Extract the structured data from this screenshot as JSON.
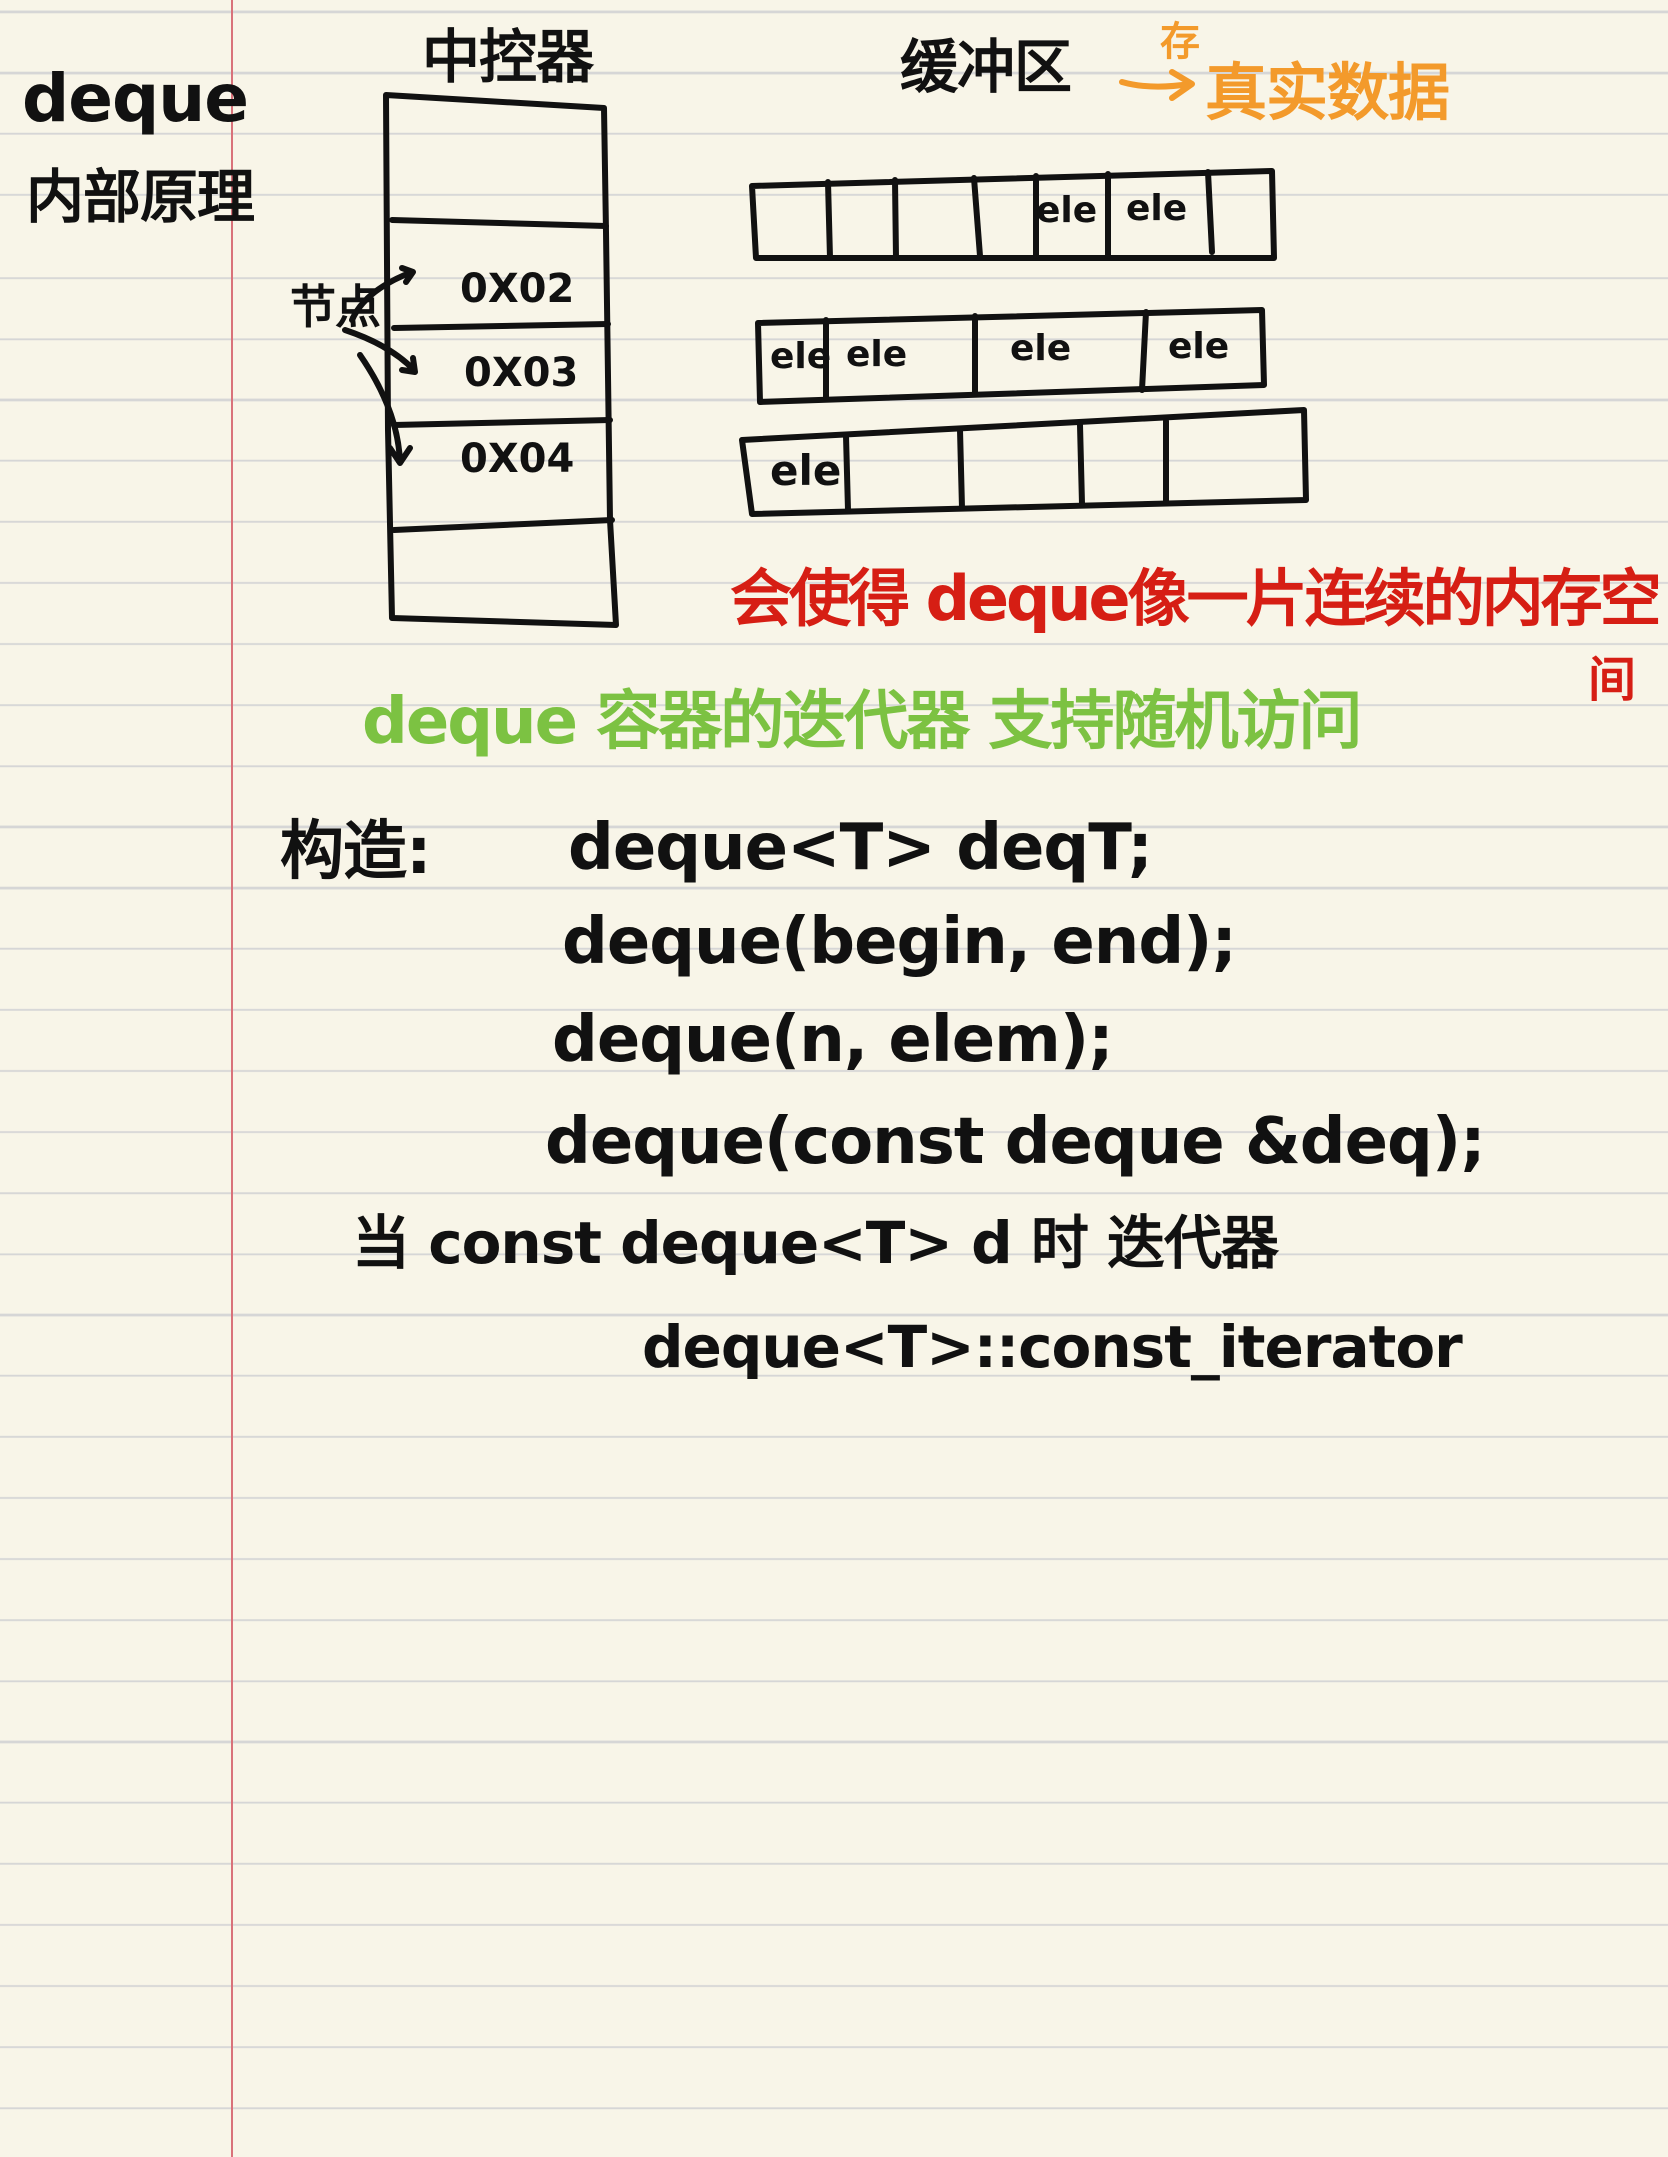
{
  "colors": {
    "ink": "#111111",
    "red": "#d61e14",
    "green": "#7cc242",
    "orange": "#f39a2b",
    "margin": "#d9727a"
  },
  "title": {
    "line1": "deque",
    "line2": "内部原理"
  },
  "central_controller": {
    "label": "中控器",
    "addresses": [
      "0X02",
      "0X03",
      "0X04"
    ]
  },
  "node_label": "节点",
  "buffer": {
    "label": "缓冲区",
    "arrow_note": "存",
    "real_data": "真实数据",
    "rows": [
      [
        "",
        "",
        "",
        "",
        "ele",
        "ele",
        ""
      ],
      [
        "ele",
        "ele",
        "ele",
        "ele"
      ],
      [
        "ele",
        "",
        "",
        "",
        ""
      ]
    ]
  },
  "note_red": {
    "line1": "会使得 deque像一片连续的内存空",
    "line2": "间"
  },
  "note_green": "deque 容器的迭代器 支持随机访问",
  "constructors": {
    "label": "构造:",
    "lines": [
      "deque<T> deqT;",
      "deque(begin, end);",
      "deque(n, elem);",
      "deque(const deque &deq);"
    ]
  },
  "const_note": {
    "line1": "当 const deque<T> d 时 迭代器",
    "line2": "deque<T>::const_iterator"
  }
}
